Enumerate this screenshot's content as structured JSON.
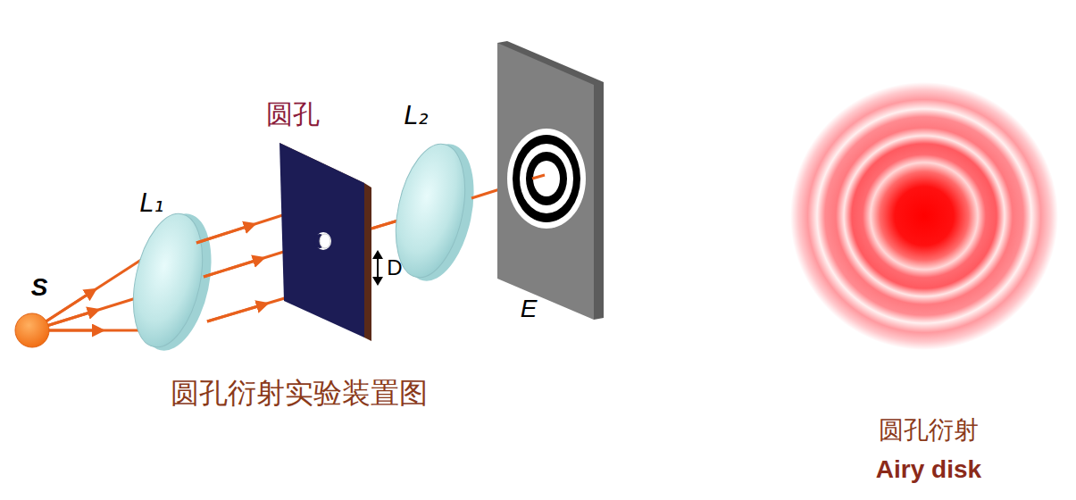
{
  "diagram": {
    "caption": "圆孔衍射实验装置图",
    "labels": [
      "S",
      "L₁",
      "圆孔",
      "L₂",
      "D",
      "E",
      "圆孔衍射",
      "Airy disk"
    ]
  }
}
